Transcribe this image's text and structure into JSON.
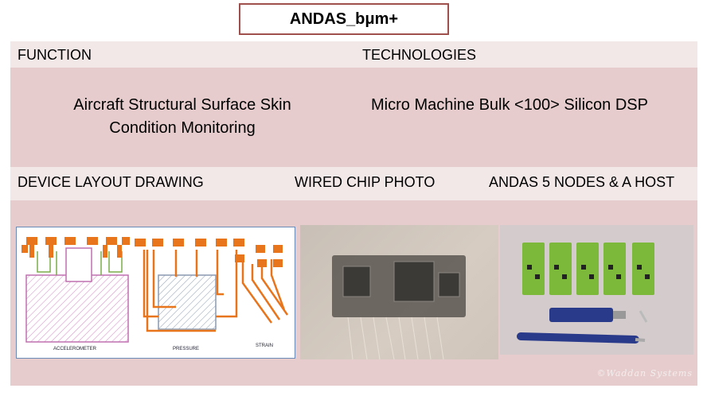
{
  "title": "ANDAS_bμm+",
  "function_header": "FUNCTION",
  "technologies_header": "TECHNOLOGIES",
  "function_text_line1": "Aircraft Structural Surface  Skin",
  "function_text_line2": "Condition Monitoring",
  "technologies_text": "Micro Machine Bulk   <100>  Silicon DSP",
  "col_layout": "DEVICE LAYOUT DRAWING",
  "col_chip": "WIRED CHIP PHOTO",
  "col_nodes": "ANDAS 5 NODES & A HOST",
  "drawing_labels": {
    "accelerometer": "ACCELEROMETER",
    "pressure": "PRESSURE",
    "strain": "STRAIN"
  },
  "watermark": "©Waddan Systems",
  "colors": {
    "title_border": "#a0504c",
    "band_light": "#f2e8e8",
    "band_dark": "#e6cccc",
    "trace": "#e8741c",
    "hatch_pink": "#d98cc8",
    "board_green": "#7cb83a"
  }
}
